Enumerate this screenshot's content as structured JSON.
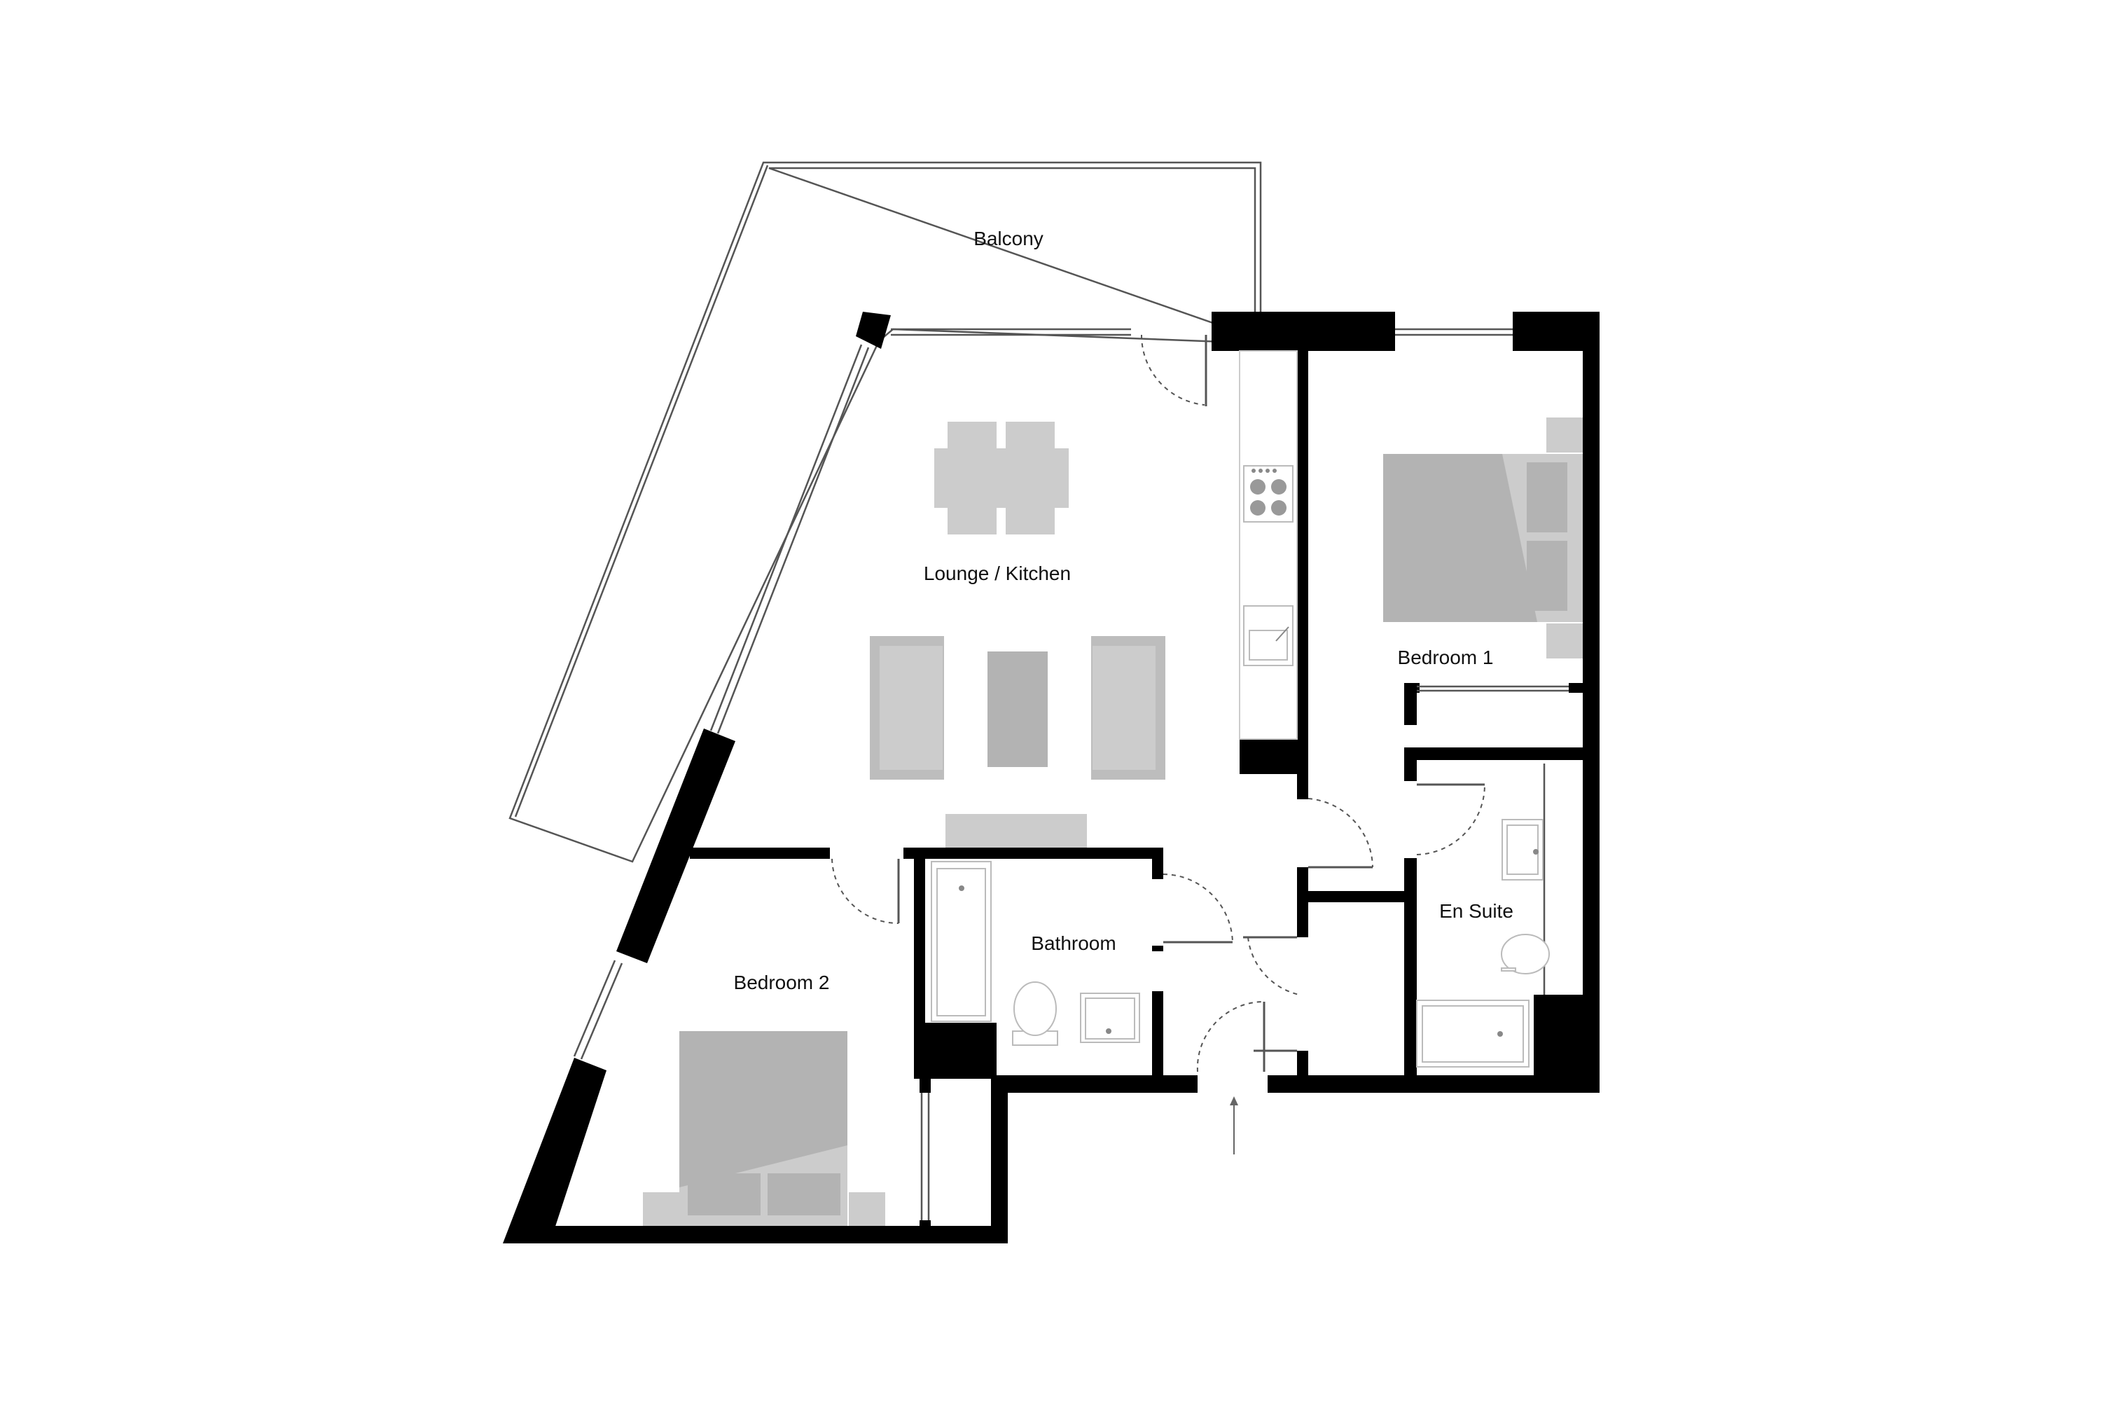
{
  "rooms": {
    "balcony": "Balcony",
    "lounge_kitchen": "Lounge / Kitchen",
    "bedroom_1": "Bedroom 1",
    "bedroom_2": "Bedroom 2",
    "bathroom": "Bathroom",
    "en_suite": "En Suite"
  },
  "colors": {
    "wall": "#000000",
    "furniture": "#cccccc",
    "furniture_dark": "#b3b3b3",
    "background": "#ffffff"
  },
  "icons": {
    "entrance": "up-arrow-icon",
    "hob": "hob-icon",
    "sink": "sink-icon"
  }
}
